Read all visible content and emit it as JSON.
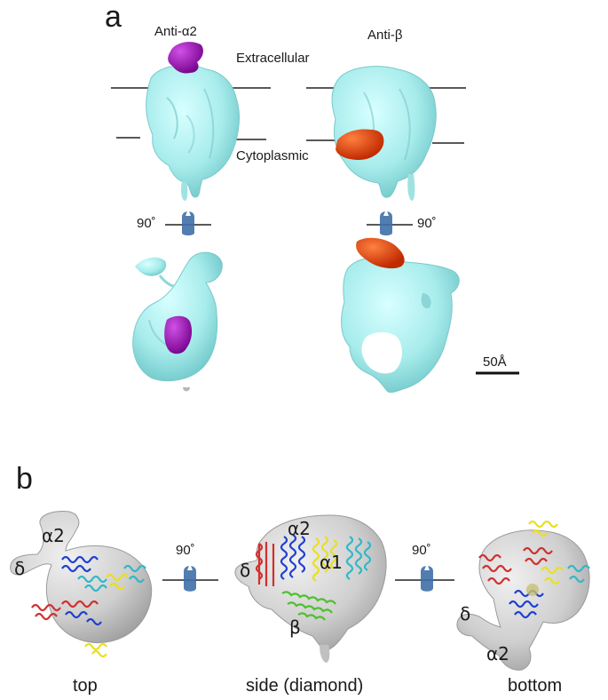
{
  "panel_a": {
    "letter": "a",
    "antibody_left": "Anti-α2",
    "antibody_right": "Anti-β",
    "membrane_top_label": "Extracellular",
    "membrane_bottom_label": "Cytoplasmic",
    "rotation_label_left": "90˚",
    "rotation_label_right": "90˚",
    "scale_bar_label": "50Å"
  },
  "panel_b": {
    "letter": "b",
    "rotation_label_1": "90˚",
    "rotation_label_2": "90˚",
    "views": [
      {
        "caption": "top",
        "subunits": [
          "α2",
          "δ"
        ]
      },
      {
        "caption": "side (diamond)",
        "subunits": [
          "α2",
          "δ",
          "α1",
          "β"
        ]
      },
      {
        "caption": "bottom",
        "subunits": [
          "δ",
          "α2"
        ]
      }
    ]
  },
  "colors": {
    "density_cyan": "#aeeeee",
    "density_gray": "#c8c8c8",
    "antibody_alpha2": "#9a10b0",
    "antibody_beta": "#e8400a",
    "rotation_arrow": "#3f6fa8",
    "helix_red": "#d03030",
    "helix_blue": "#2040d0",
    "helix_yellow": "#e8e020",
    "helix_cyan": "#30b8c8",
    "helix_green": "#50c030"
  }
}
